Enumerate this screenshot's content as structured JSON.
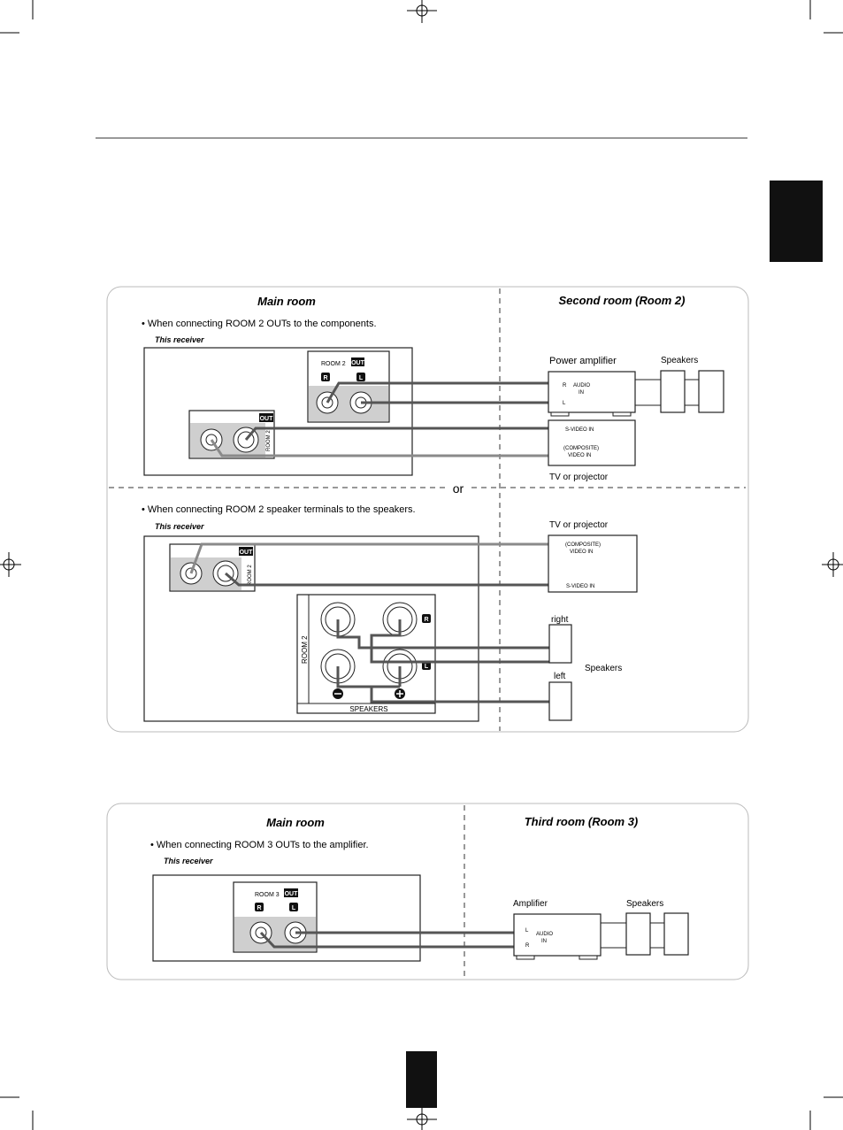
{
  "panel_top": {
    "left_title": "Main room",
    "right_title": "Second room (Room 2)",
    "instruction_a": "• When connecting ROOM 2 OUTs to the components.",
    "instruction_b": "• When connecting ROOM 2 speaker terminals to the speakers.",
    "this_receiver": "This receiver",
    "separator": "or",
    "room2_label": "ROOM 2",
    "out_badge": "OUT",
    "r_badge": "R",
    "l_badge": "L",
    "room2_vertical": "ROOM 2",
    "speakers_label": "SPEAKERS",
    "power_amplifier": "Power amplifier",
    "speakers": "Speakers",
    "audio_in": "AUDIO",
    "audio_in2": "IN",
    "amp_r": "R",
    "amp_l": "L",
    "svideo_in": "S-VIDEO IN",
    "composite": "(COMPOSITE)",
    "video_in": "VIDEO IN",
    "tv_or_projector": "TV or projector",
    "right": "right",
    "left": "left",
    "speakers2": "Speakers"
  },
  "panel_bottom": {
    "left_title": "Main room",
    "right_title": "Third room (Room 3)",
    "instruction": "• When connecting ROOM 3 OUTs to the amplifier.",
    "this_receiver": "This receiver",
    "room3_label": "ROOM 3",
    "out_badge": "OUT",
    "r_badge": "R",
    "l_badge": "L",
    "amplifier": "Amplifier",
    "speakers": "Speakers",
    "audio_in": "AUDIO",
    "audio_in2": "IN",
    "amp_l": "L",
    "amp_r": "R"
  },
  "colors": {
    "tab": "#111111",
    "panel_fill": "#cfcfcf"
  }
}
